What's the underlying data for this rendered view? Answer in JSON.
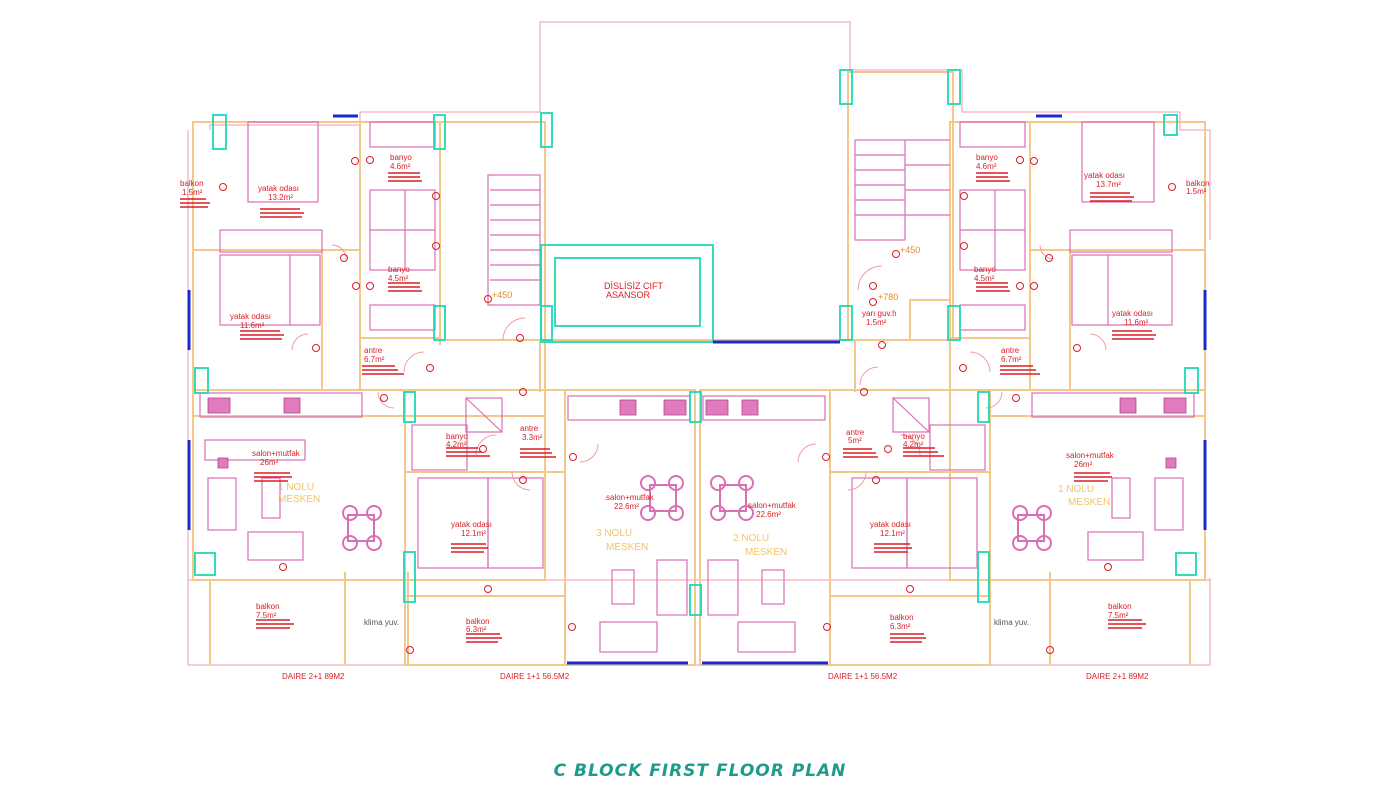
{
  "title": "C BLOCK FIRST FLOOR PLAN",
  "colors": {
    "wall": "#f2c98a",
    "interior": "#d96fb5",
    "outline": "#f29aa8",
    "label": "#d81f26",
    "window": "#1fd8b4",
    "glazing": "#1a2ad0",
    "title": "#1d9c8c",
    "mesken": "#f0c56a"
  },
  "elevator": {
    "line1": "DİSLİSİZ CIFT",
    "line2": "ASANSOR"
  },
  "levels": {
    "stair_left": "+450",
    "stair_right": "+450",
    "landing": "+780"
  },
  "rooms": {
    "l_balkon_top": {
      "name": "balkon",
      "area": "1.5m²"
    },
    "l_yatak_top": {
      "name": "yatak odası",
      "area": "13.2m²"
    },
    "l_banyo_top": {
      "name": "banyo",
      "area": "4.6m²"
    },
    "l_banyo_mid": {
      "name": "banyo",
      "area": "4.5m²"
    },
    "l_yatak_mid": {
      "name": "yatak odası",
      "area": "11.6m²"
    },
    "l_antre": {
      "name": "antre",
      "area": "6.7m²"
    },
    "l_salon": {
      "name": "salon+mutfak",
      "area": "26m²"
    },
    "l_balkon_bot": {
      "name": "balkon",
      "area": "7.5m²"
    },
    "l_klima": {
      "name": "klima yuv."
    },
    "c1_banyo": {
      "name": "banyo",
      "area": "4.2m²"
    },
    "c1_antre": {
      "name": "antre",
      "area": "3.3m²"
    },
    "c1_yatak": {
      "name": "yatak odası",
      "area": "12.1m²"
    },
    "c1_balkon": {
      "name": "balkon",
      "area": "6.3m²"
    },
    "c1_salon": {
      "name": "salon+mutfak",
      "area": "22.6m²"
    },
    "c2_salon": {
      "name": "salon+mutfak",
      "area": "22.6m²"
    },
    "c2_antre": {
      "name": "antre",
      "area": "5m²"
    },
    "c2_banyo": {
      "name": "banyo",
      "area": "4.2m²"
    },
    "c2_yatak": {
      "name": "yatak odası",
      "area": "12.1m²"
    },
    "c2_balkon": {
      "name": "balkon",
      "area": "6.3m²"
    },
    "r_banyo_top": {
      "name": "banyo",
      "area": "4.6m²"
    },
    "r_yatak_top": {
      "name": "yatak odası",
      "area": "13.7m²"
    },
    "r_balkon_top": {
      "name": "balkon",
      "area": "1.5m²"
    },
    "r_banyo_mid": {
      "name": "banyo",
      "area": "4.5m²"
    },
    "r_yatak_mid": {
      "name": "yatak odası",
      "area": "11.6m²"
    },
    "r_antre": {
      "name": "antre",
      "area": "6.7m²"
    },
    "r_salon": {
      "name": "salon+mutfak",
      "area": "26m²"
    },
    "r_balkon_bot": {
      "name": "balkon",
      "area": "7.5m²"
    },
    "r_klima": {
      "name": "klima yuv."
    },
    "r_yari": {
      "name": "yarı guv.h",
      "area": "1.5m²"
    }
  },
  "mesken": {
    "m1_left": {
      "line1": "1 NOLU",
      "line2": "MESKEN"
    },
    "m3": {
      "line1": "3 NOLU",
      "line2": "MESKEN"
    },
    "m2": {
      "line1": "2 NOLU",
      "line2": "MESKEN"
    },
    "m1_right": {
      "line1": "1 NOLU",
      "line2": "MESKEN"
    }
  },
  "units": {
    "left": "DAIRE 2+1 89M2",
    "center_left": "DAIRE 1+1 56.5M2",
    "center_right": "DAIRE 1+1 56.5M2",
    "right": "DAIRE 2+1 89M2"
  }
}
